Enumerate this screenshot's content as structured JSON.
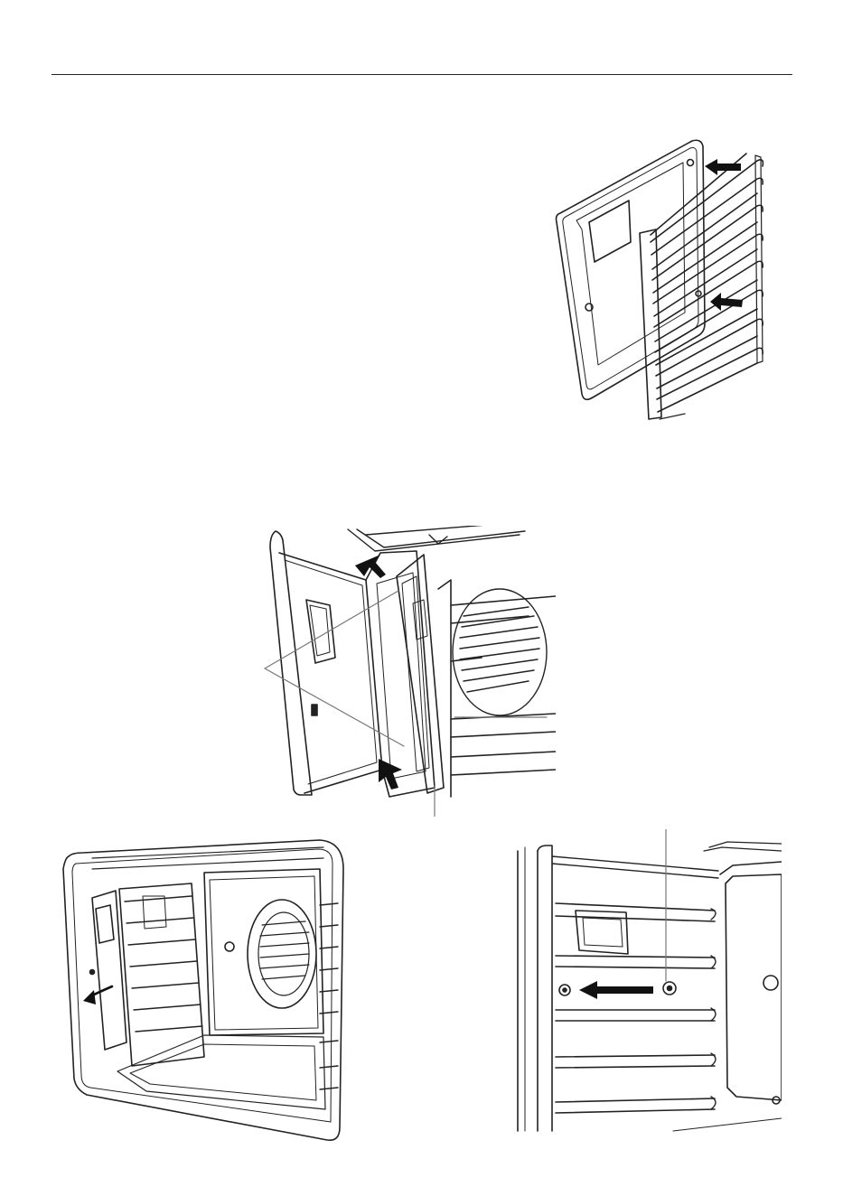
{
  "document": {
    "header_rule": true,
    "figures": [
      {
        "id": "fig1",
        "depicts": "side-panel-with-shelf-runners",
        "arrows": 2
      },
      {
        "id": "fig2",
        "depicts": "oven-door-open-runner-removal",
        "arrows": 2,
        "callout_lines": 3
      },
      {
        "id": "fig3",
        "depicts": "oven-cavity-left-runner-swing-out",
        "arrows": 1
      },
      {
        "id": "fig4",
        "depicts": "oven-cavity-runner-slide-off-bolt",
        "arrows": 1,
        "callout_lines": 1
      }
    ]
  },
  "colors": {
    "line": "#222222",
    "arrow": "#111111",
    "callout": "#777777"
  }
}
